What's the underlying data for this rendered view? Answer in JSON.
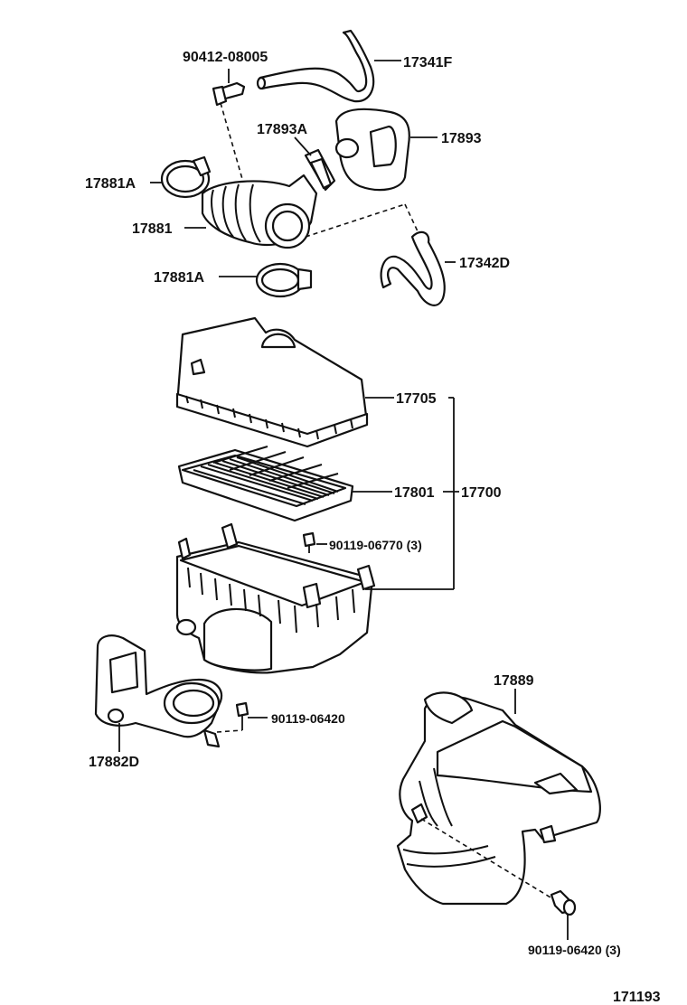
{
  "labels": {
    "p90412_08005": "90412-08005",
    "p17341F": "17341F",
    "p17893A": "17893A",
    "p17893": "17893",
    "p17881A_top": "17881A",
    "p17881": "17881",
    "p17881A_bottom": "17881A",
    "p17342D": "17342D",
    "p17705": "17705",
    "p17801": "17801",
    "p17700": "17700",
    "p90119_06770": "90119-06770 (3)",
    "p17889": "17889",
    "p90119_06420_a": "90119-06420",
    "p17882D": "17882D",
    "p90119_06420_b": "90119-06420 (3)",
    "diagram_id": "171193"
  }
}
